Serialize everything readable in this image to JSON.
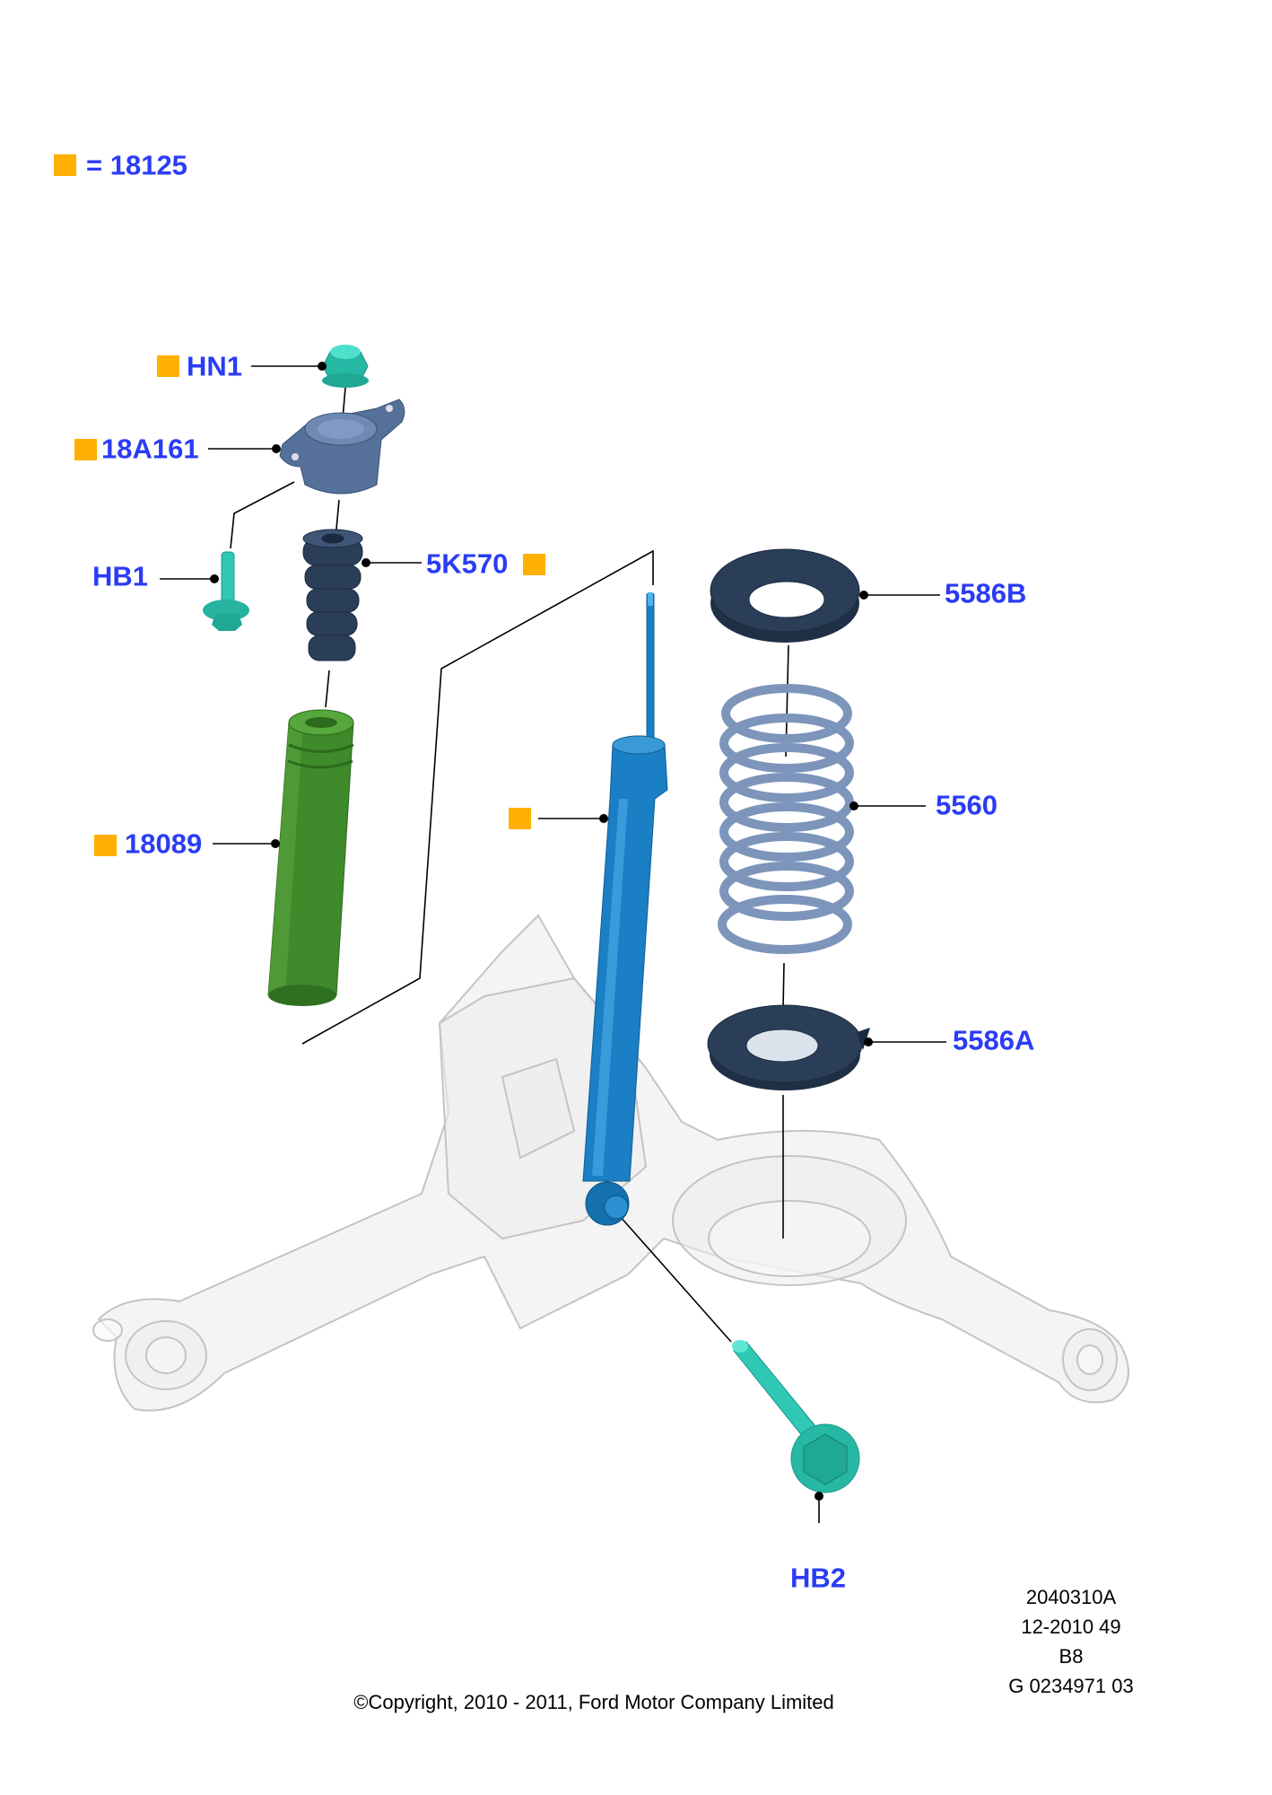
{
  "legend": {
    "marker_color": "#ffb000",
    "text": "= 18125"
  },
  "callouts": {
    "hn1": "HN1",
    "mount": "18A161",
    "hb1": "HB1",
    "bump_stop": "5K570",
    "upper_seat": "5586B",
    "spring": "5560",
    "lower_seat": "5586A",
    "boot": "18089",
    "hb2": "HB2"
  },
  "footer": {
    "copyright": "©Copyright, 2010 - 2011, Ford Motor Company Limited",
    "ref_lines": [
      "2040310A",
      "12-2010 49",
      "B8",
      "G 0234971 03"
    ]
  },
  "colors": {
    "label": "#2a3cf5",
    "marker": "#ffb000",
    "shock": "#1a7fc4",
    "fastener": "#2ec8b4",
    "boot": "#3f8a2a",
    "rubber": "#2b3e58",
    "spring": "#7d95bb"
  }
}
